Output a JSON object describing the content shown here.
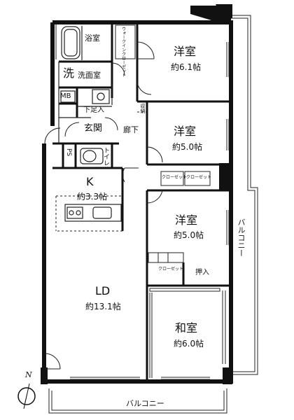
{
  "rooms": {
    "western_top": {
      "name": "洋室",
      "area": "約6.1帖"
    },
    "western_mid": {
      "name": "洋室",
      "area": "約5.0帖"
    },
    "western_low": {
      "name": "洋室",
      "area": "約5.0帖"
    },
    "japanese": {
      "name": "和室",
      "area": "約6.0帖"
    },
    "kitchen": {
      "name": "K",
      "area": "約3.3帖"
    },
    "living": {
      "name": "LD",
      "area": "約13.1帖"
    }
  },
  "labels": {
    "bath": "浴室",
    "wash_mark": "洗",
    "washroom": "洗面室",
    "mb": "MB",
    "genkan": "玄関",
    "shoebox": "下足入",
    "hallway": "廊下",
    "storage": "収納",
    "toilet": "トイレ",
    "ps": "PS",
    "walkin": "ウォークインクローゼット",
    "closet_a": "クローゼット",
    "closet_b": "クローゼット",
    "closet_c": "クローゼット",
    "oshiire": "押入",
    "balcony_right": "バルコニー",
    "balcony_bottom": "バルコニー",
    "north_mark": "N"
  },
  "colors": {
    "wall": "#111111",
    "line": "#222222",
    "background": "#ffffff"
  }
}
